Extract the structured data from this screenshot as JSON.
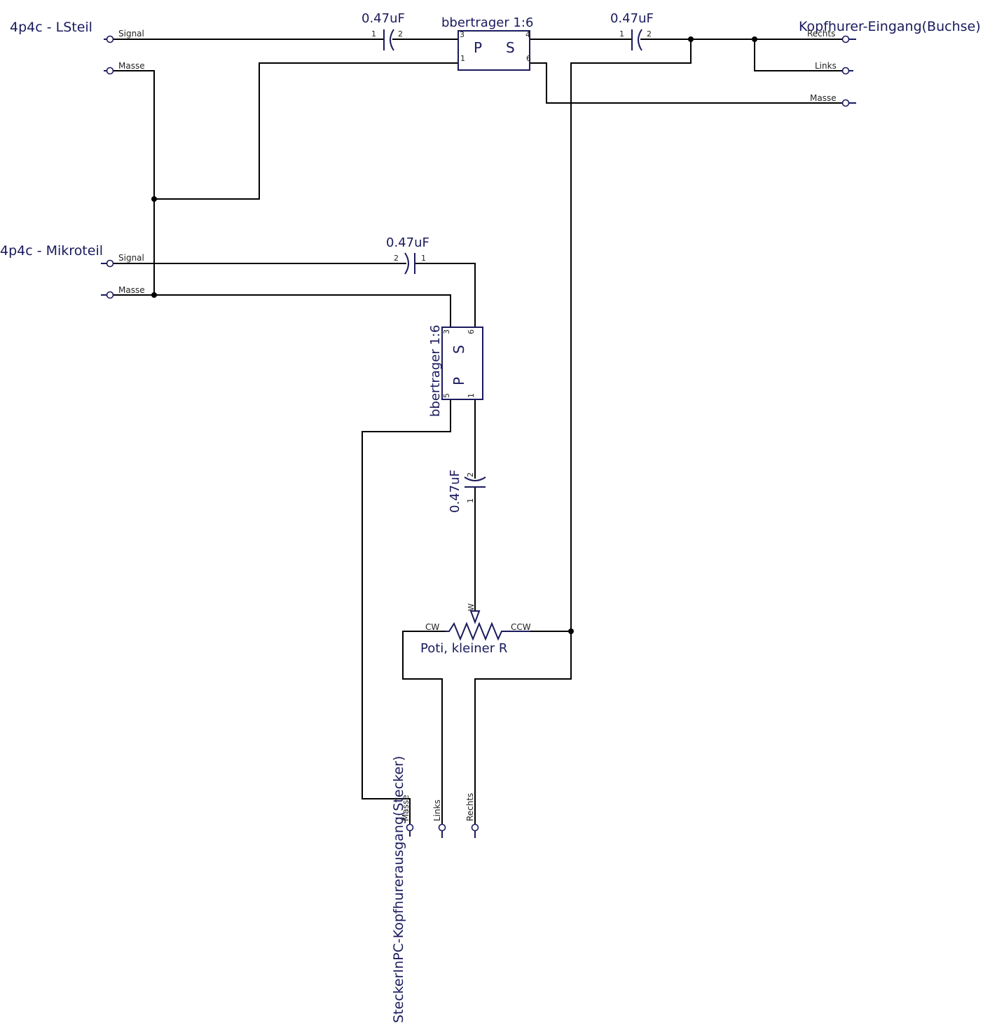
{
  "connectors": {
    "lsteil": {
      "title": "4p4c - LSteil",
      "pin_signal": "Signal",
      "pin_masse": "Masse"
    },
    "mikroteil": {
      "title": "4p4c - Mikroteil",
      "pin_signal": "Signal",
      "pin_masse": "Masse"
    },
    "buchse": {
      "title": "Kopfhurer-Eingang(Buchse)",
      "pin_rechts": "Rechts",
      "pin_links": "Links",
      "pin_masse": "Masse"
    },
    "stecker": {
      "title": "SteckerInPC-Kopfhurerausgang(Stecker)",
      "pin_masse": "Masse",
      "pin_links": "Links",
      "pin_rechts": "Rechts"
    }
  },
  "capacitors": {
    "c1": {
      "value": "0.47uF",
      "pin1": "1",
      "pin2": "2"
    },
    "c2": {
      "value": "0.47uF",
      "pin1": "1",
      "pin2": "2"
    },
    "c3": {
      "value": "0.47uF",
      "pin1": "1",
      "pin2": "2"
    },
    "c4": {
      "value": "0.47uF",
      "pin1": "1",
      "pin2": "2"
    }
  },
  "transformers": {
    "t1": {
      "label": "bbertrager 1:6",
      "primary": "P",
      "secondary": "S",
      "pin3": "3",
      "pin4": "4",
      "pin1": "1",
      "pin6": "6"
    },
    "t2": {
      "label": "bbertrager 1:6",
      "primary": "P",
      "secondary": "S",
      "pin3": "3",
      "pin6": "6",
      "pin5": "5",
      "pin1": "1"
    }
  },
  "potentiometer": {
    "label": "Poti, kleiner R",
    "cw": "CW",
    "ccw": "CCW",
    "wiper": "W"
  },
  "colors": {
    "wire": "#000000",
    "component": "#1a1a5e",
    "background": "#ffffff"
  }
}
